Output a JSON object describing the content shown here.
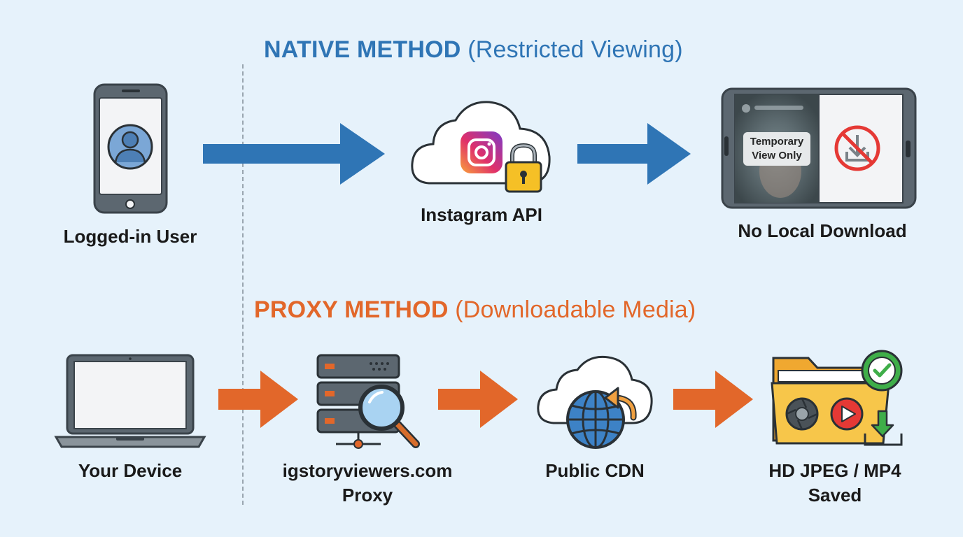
{
  "native": {
    "heading_bold": "NATIVE METHOD",
    "heading_light": "(Restricted Viewing)",
    "nodes": {
      "user": "Logged-in User",
      "api": "Instagram API",
      "no_download": "No Local Download"
    },
    "overlay_line1": "Temporary",
    "overlay_line2": "View Only"
  },
  "proxy": {
    "heading_bold": "PROXY METHOD",
    "heading_light": "(Downloadable Media)",
    "nodes": {
      "device": "Your Device",
      "proxy_line1": "igstoryviewers.com",
      "proxy_line2": "Proxy",
      "cdn": "Public CDN",
      "saved_line1": "HD JPEG / MP4",
      "saved_line2": "Saved"
    }
  },
  "colors": {
    "native_accent": "#2f75b5",
    "proxy_accent": "#e2672a",
    "background": "#e6f2fb"
  }
}
